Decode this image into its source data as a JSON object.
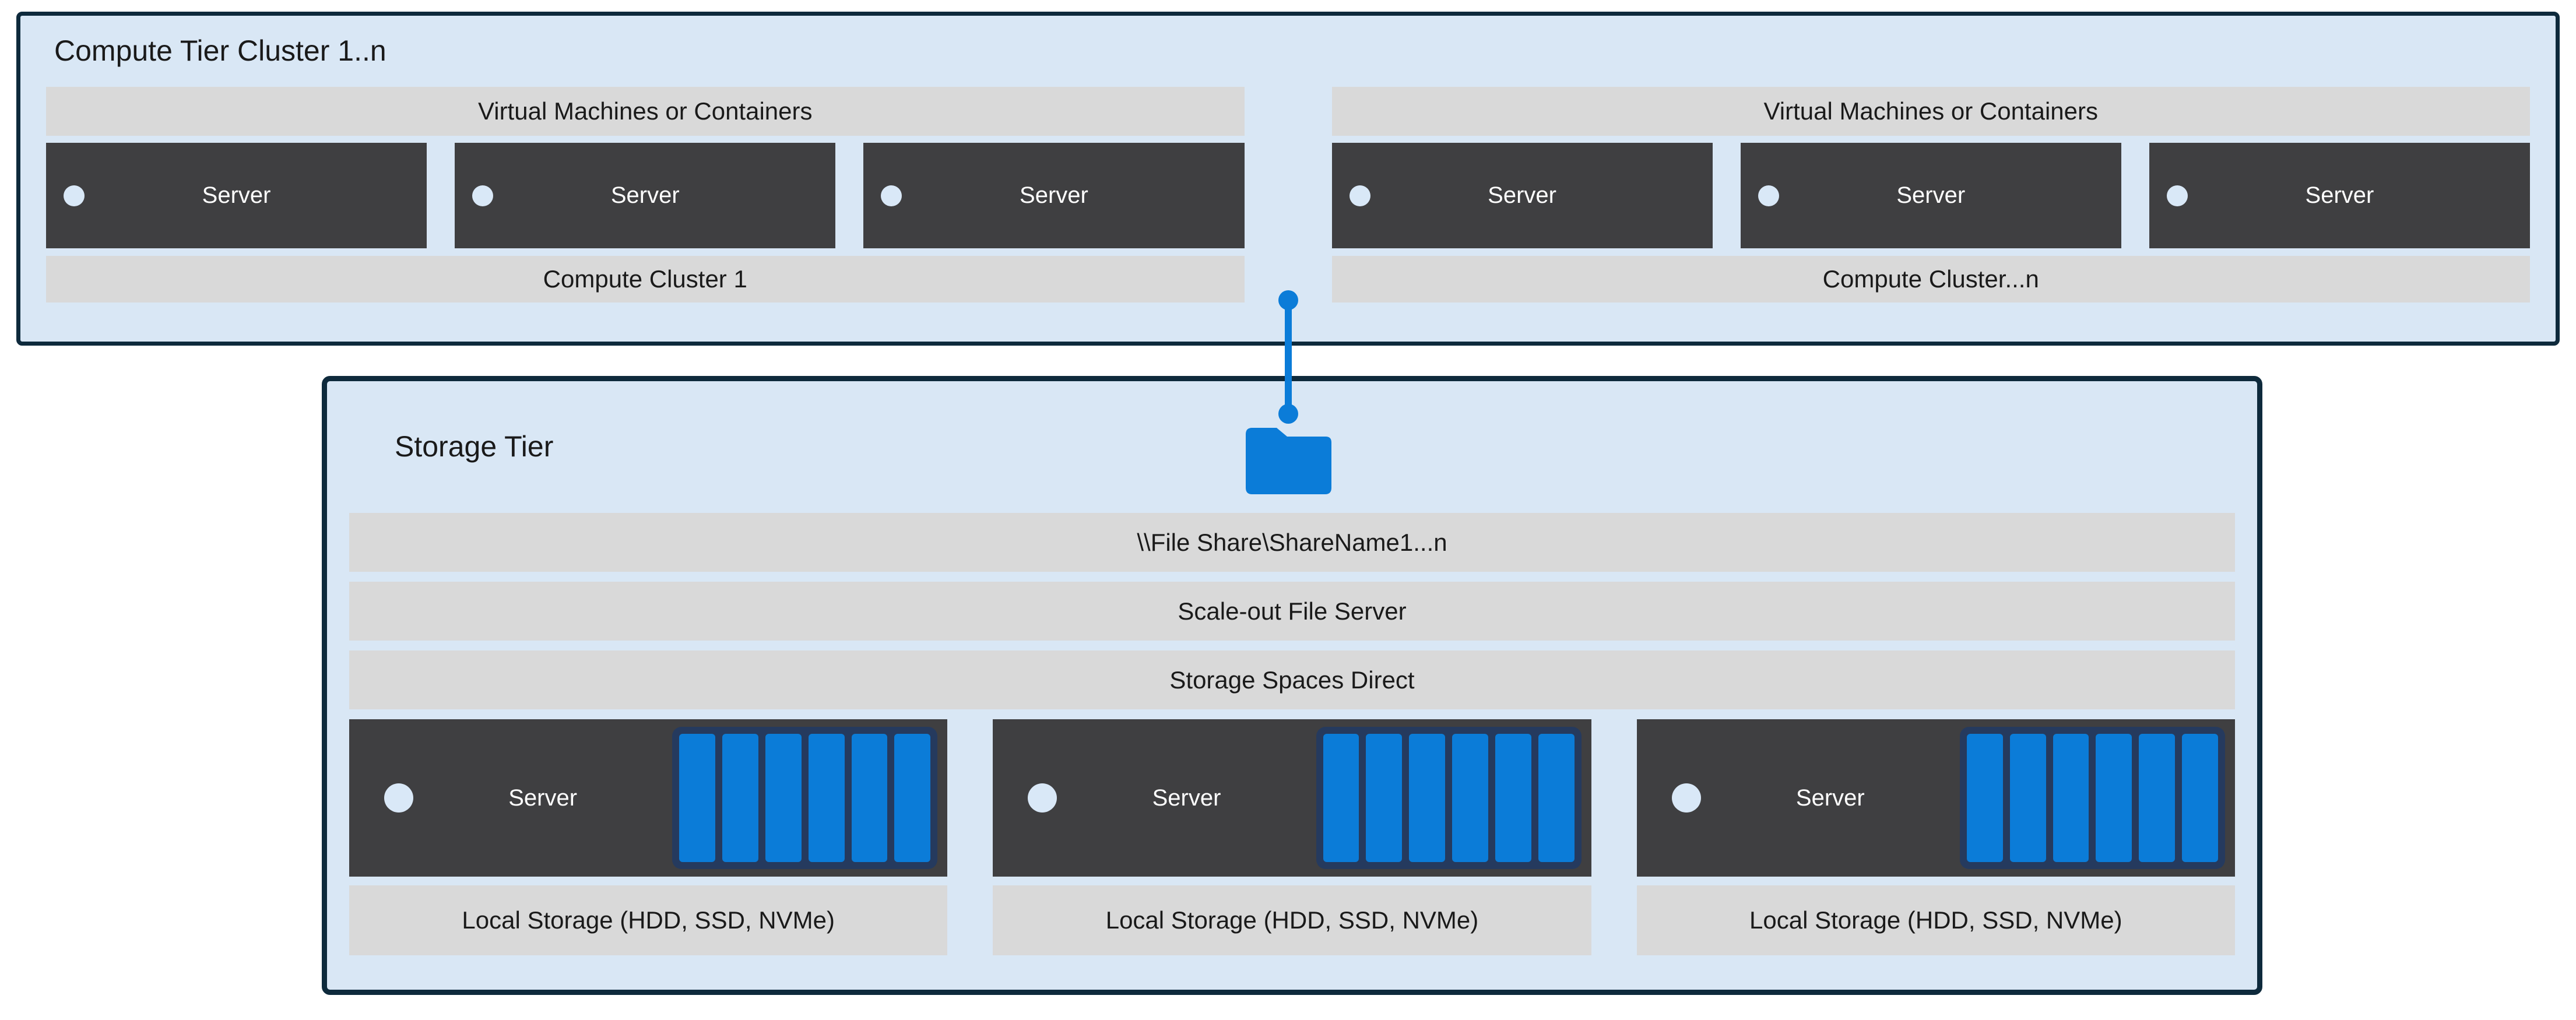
{
  "colors": {
    "accent_blue": "#0b7cd8",
    "disk_navy": "#253a5e",
    "panel_border_navy": "#0e2a3c",
    "panel_fill_blue": "#d9e7f5",
    "bar_gray": "#d9d9d9",
    "server_dark": "#3f3f41",
    "circle_fill": "#d9e8f7",
    "text_dark": "#1a1a1a",
    "text_light": "#ffffff"
  },
  "compute_tier": {
    "title": "Compute Tier Cluster 1..n",
    "clusters": [
      {
        "vm_label": "Virtual Machines or Containers",
        "servers": [
          {
            "label": "Server"
          },
          {
            "label": "Server"
          },
          {
            "label": "Server"
          }
        ],
        "cluster_label": "Compute Cluster 1"
      },
      {
        "vm_label": "Virtual Machines or Containers",
        "servers": [
          {
            "label": "Server"
          },
          {
            "label": "Server"
          },
          {
            "label": "Server"
          }
        ],
        "cluster_label": "Compute Cluster...n"
      }
    ]
  },
  "connector": {
    "icon": "folder-icon",
    "style": "vertical line with round endpoints linking compute tier to storage tier"
  },
  "storage_tier": {
    "title": "Storage Tier",
    "file_share_label": "\\\\File Share\\ShareName1...n",
    "scale_out_label": "Scale-out File Server",
    "storage_spaces_label": "Storage Spaces Direct",
    "nodes": [
      {
        "server_label": "Server",
        "disk_count": 6,
        "local_storage_label": "Local Storage (HDD, SSD, NVMe)"
      },
      {
        "server_label": "Server",
        "disk_count": 6,
        "local_storage_label": "Local Storage (HDD, SSD, NVMe)"
      },
      {
        "server_label": "Server",
        "disk_count": 6,
        "local_storage_label": "Local Storage (HDD, SSD, NVMe)"
      }
    ]
  }
}
